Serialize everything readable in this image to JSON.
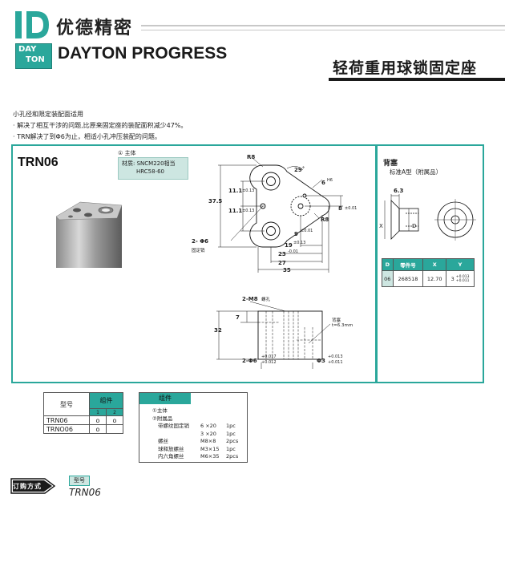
{
  "header": {
    "brand_cn": "优德精密",
    "brand_en": "DAYTON PROGRESS",
    "logo_day": "DAY",
    "logo_ton": "TON",
    "title": "轻荷重用球锁固定座"
  },
  "description": [
    "小孔径和限定装配面适用",
    "· 解决了相互干涉的问题,比原来固定座的装配面积减少47%。",
    "· TRN解决了到Φ6为止，相适小孔冲压装配的问题。"
  ],
  "main_panel": {
    "part_code": "TRN06",
    "main_body_label": "① 主体",
    "material_line1": "材质: SNCM220相当",
    "material_line2": "HRC58-60",
    "dims": {
      "r8_top": "R8",
      "angle": "29˚",
      "h6": "6",
      "h6_tol": "H6",
      "d37_5": "37.5",
      "d11_1a": "11.1",
      "d11_1a_tol": "±0.13",
      "d11_1b": "11.1",
      "d11_1b_tol": "±0.13",
      "d8": "8",
      "d8_tol": "±0.01",
      "r8_right": "R8",
      "d9": "9",
      "d9_tol": "±0.01",
      "d19": "19",
      "d19_tol": "±0.13",
      "d23": "23",
      "d23_tol": "-0.01",
      "d27": "27",
      "d35": "35",
      "pin": "2- Φ6",
      "pin_label": "固定销",
      "m8": "2-M8",
      "m8_label": "螺孔",
      "d7": "7",
      "d32": "32",
      "backing": "背塞",
      "backing_t": "t=6.3mm",
      "bot_pin": "2-Φ6",
      "bot_pin_tol1": "+0.017",
      "bot_pin_tol2": "+0.012",
      "bot_phi3": "Φ3",
      "bot_phi3_tol1": "+0.013",
      "bot_phi3_tol2": "+0.011"
    }
  },
  "side_panel": {
    "title": "背塞",
    "subtitle": "标准A型（附属品）",
    "dim_6_3": "6.3",
    "dim_x": "X",
    "dim_d": "D",
    "dim_y": "Y",
    "table_headers": [
      "D",
      "零件号",
      "X",
      "Y"
    ],
    "table_row": [
      "06",
      "268518",
      "12.70",
      "3"
    ],
    "y_tol1": "+0.013",
    "y_tol2": "+0.011"
  },
  "combo_table": {
    "header_model": "型号",
    "header_group": "组件",
    "sub1": "1",
    "sub2": "2",
    "rows": [
      {
        "model": "TRN06",
        "c1": "o",
        "c2": "o"
      },
      {
        "model": "TRNO06",
        "c1": "o",
        "c2": ""
      }
    ]
  },
  "components": {
    "title": "组件",
    "items": [
      "①主体",
      "②附属品",
      "带螺纹固定销   6  ×20    1pc",
      "3  ×20    1pc",
      "螺丝             M8×8      2pcs",
      "球释放螺丝    M3×15    1pc",
      "内六角螺丝    M6×35    2pcs"
    ],
    "rows": [
      {
        "name": "①主体",
        "spec": "",
        "qty": ""
      },
      {
        "name": "②附属品",
        "spec": "",
        "qty": ""
      },
      {
        "name": "带螺纹固定销",
        "spec": "6 ×20",
        "qty": "1pc"
      },
      {
        "name": "",
        "spec": "3 ×20",
        "qty": "1pc"
      },
      {
        "name": "螺丝",
        "spec": "M8×8",
        "qty": "2pcs"
      },
      {
        "name": "球释放螺丝",
        "spec": "M3×15",
        "qty": "1pc"
      },
      {
        "name": "内六角螺丝",
        "spec": "M6×35",
        "qty": "2pcs"
      }
    ]
  },
  "order": {
    "button": "订购方式",
    "code_label": "型号",
    "code_value": "TRN06"
  },
  "colors": {
    "accent": "#2aa79b",
    "accent_light": "#cde6e1"
  }
}
